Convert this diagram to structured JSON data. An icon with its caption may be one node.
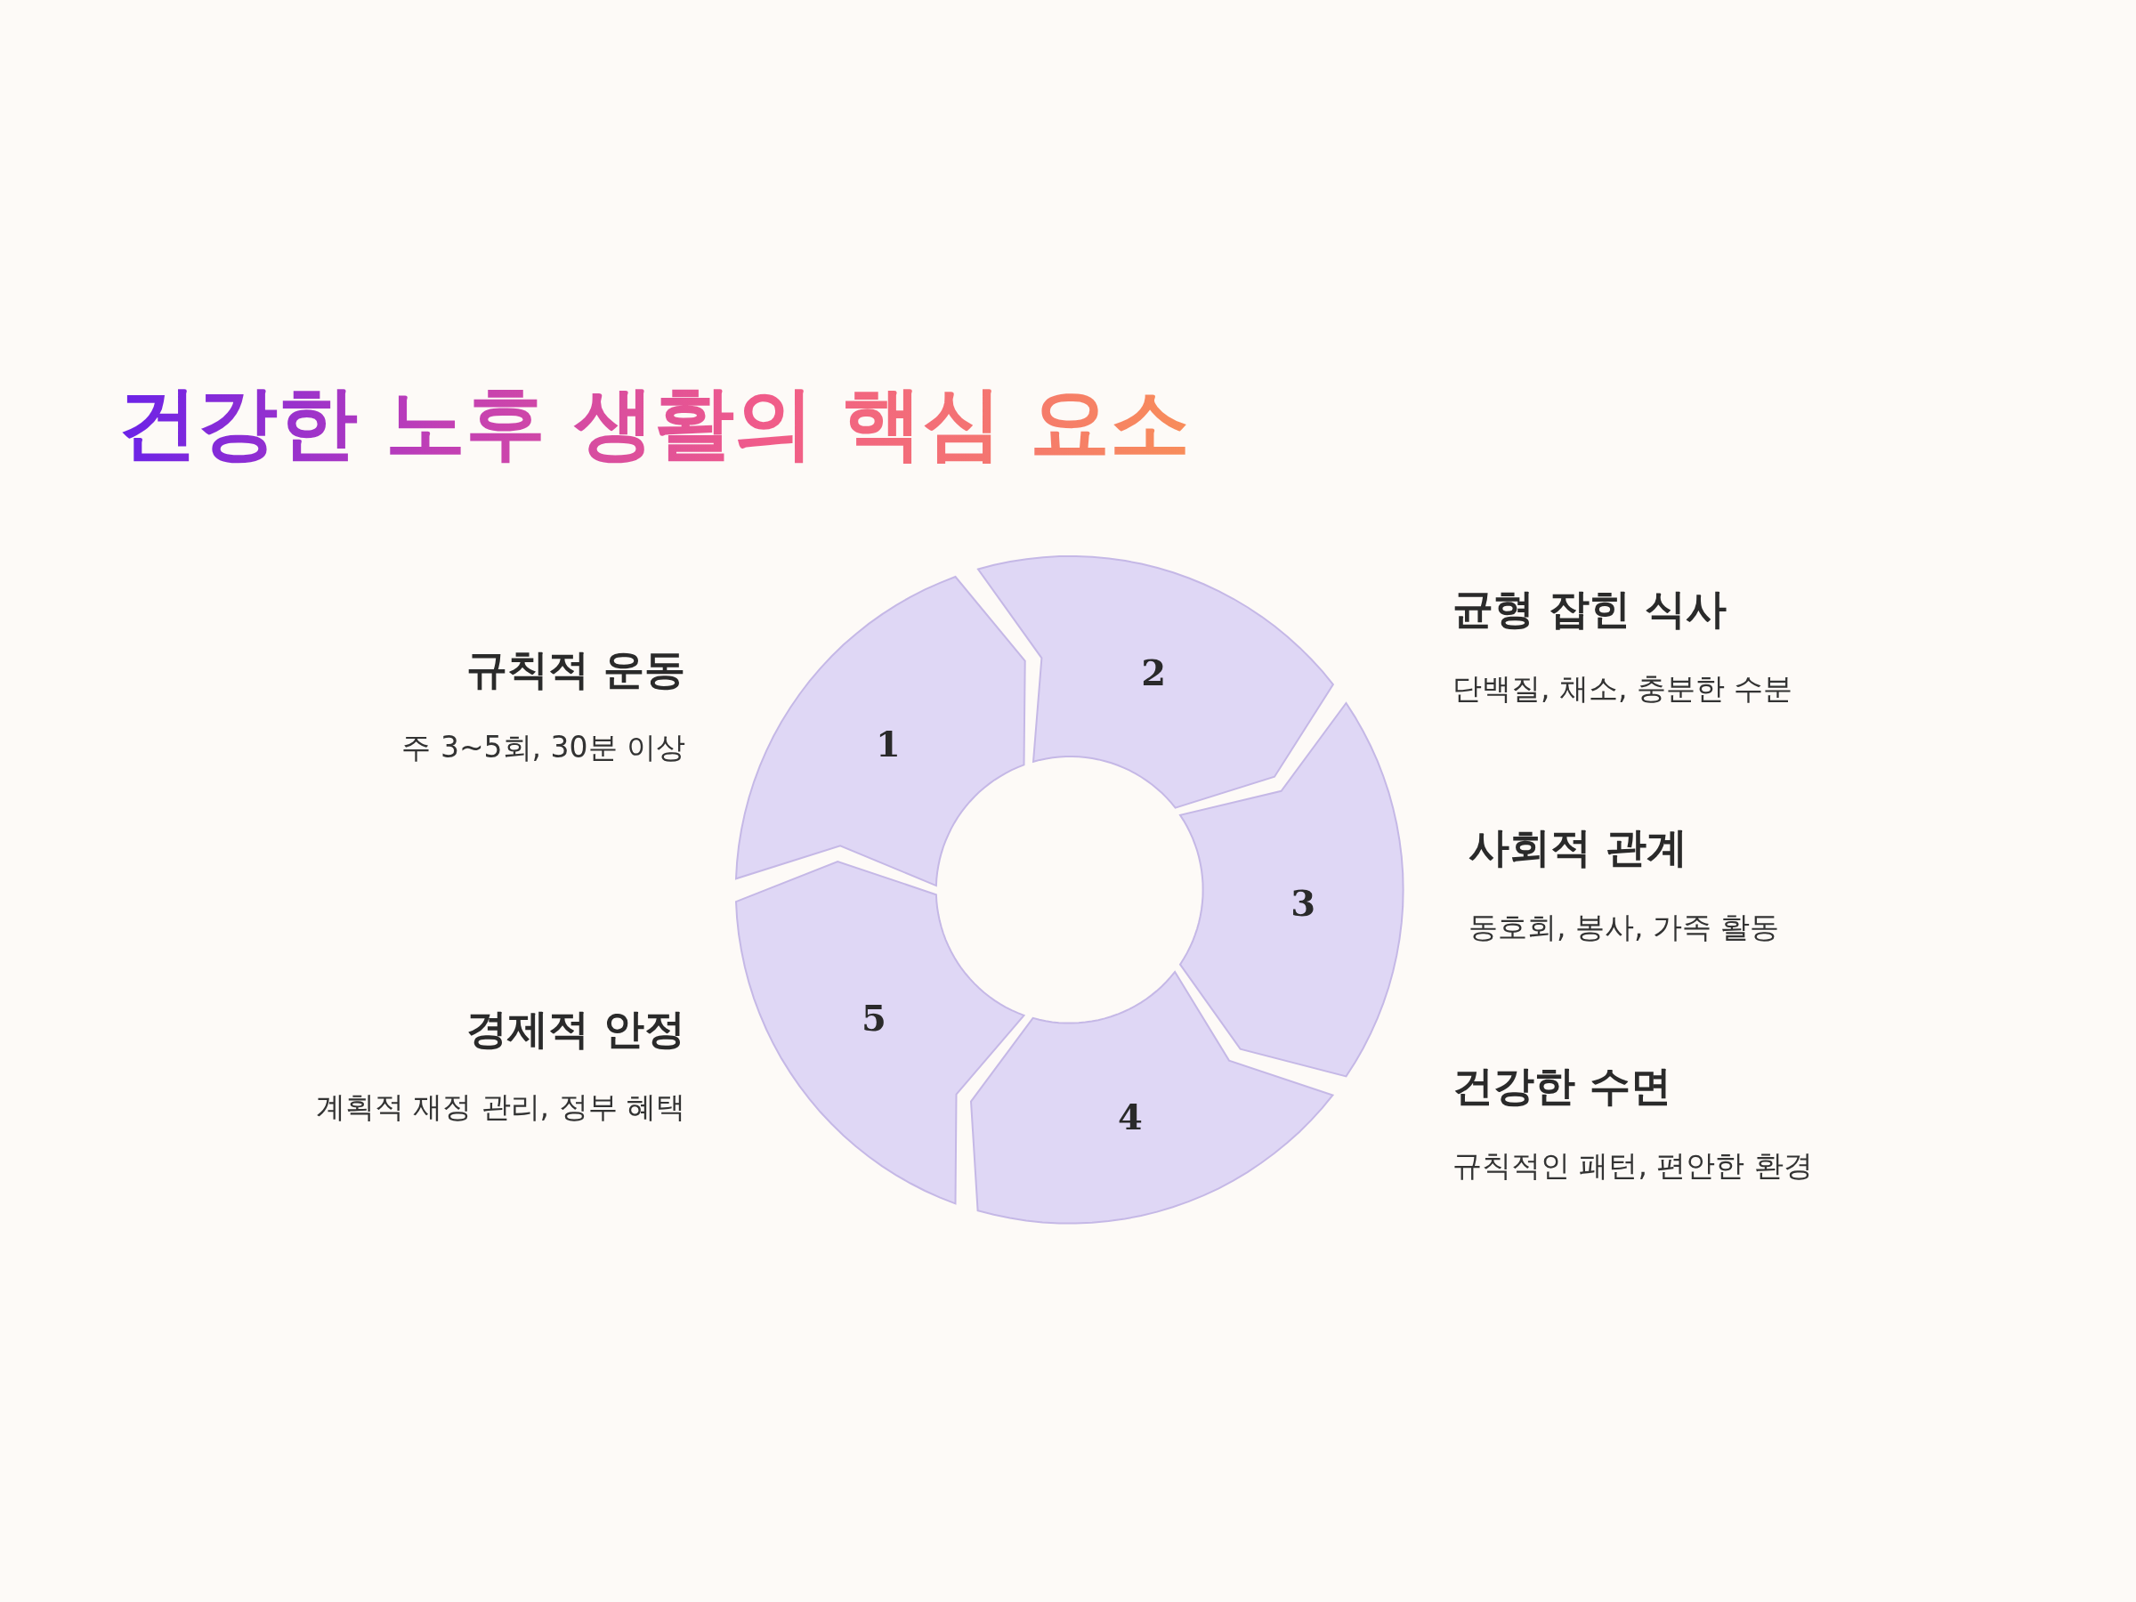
{
  "diagram": {
    "title": "건강한 노후 생활의 핵심 요소",
    "nodes": [
      {
        "text": [
          "1"
        ],
        "beside": [
          "규칙적 운동",
          "주 3~5회, 30분 이상"
        ]
      },
      {
        "text": [
          "2"
        ],
        "beside": [
          "균형 잡힌 식사",
          "단백질, 채소, 충분한 수분"
        ]
      },
      {
        "text": [
          "3"
        ],
        "beside": [
          "사회적 관계",
          "동호회, 봉사, 가족 활동"
        ]
      },
      {
        "text": [
          "4"
        ],
        "beside": [
          "건강한 수면",
          "규칙적인 패턴, 편안한 환경"
        ]
      },
      {
        "text": [
          "5"
        ],
        "beside": [
          "경제적 안정",
          "계획적 재정 관리, 정부 혜택"
        ]
      }
    ]
  }
}
